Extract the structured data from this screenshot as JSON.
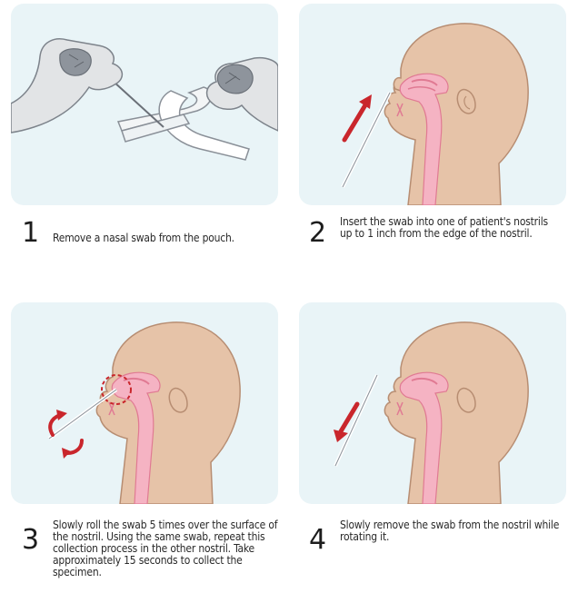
{
  "steps": [
    {
      "number": "1",
      "text": "Remove a nasal swab from the pouch."
    },
    {
      "number": "2",
      "text": "Insert the swab into one of patient's nostrils up to 1 inch from the edge of the nostril."
    },
    {
      "number": "3",
      "text": "Slowly roll the swab 5 times over the surface of the nostril. Using the same swab, repeat this collection process in the other nostril. Take approximately 15 seconds to collect the specimen."
    },
    {
      "number": "4",
      "text": "Slowly remove the swab from the nostril while rotating it."
    }
  ],
  "colors": {
    "panel_bg": "#e9f4f7",
    "skin": "#e6c3a8",
    "skin_shade": "#d9ad91",
    "airway": "#f5b3c3",
    "airway_dark": "#e07a93",
    "glove": "#e2e4e6",
    "arrow": "#c9262c",
    "swab": "#ffffff"
  },
  "icons": [
    "gloved-hand-icon",
    "swab-pouch-icon",
    "head-profile-icon",
    "nasal-swab-icon",
    "direction-arrow-icon",
    "rotation-arrow-icon"
  ]
}
